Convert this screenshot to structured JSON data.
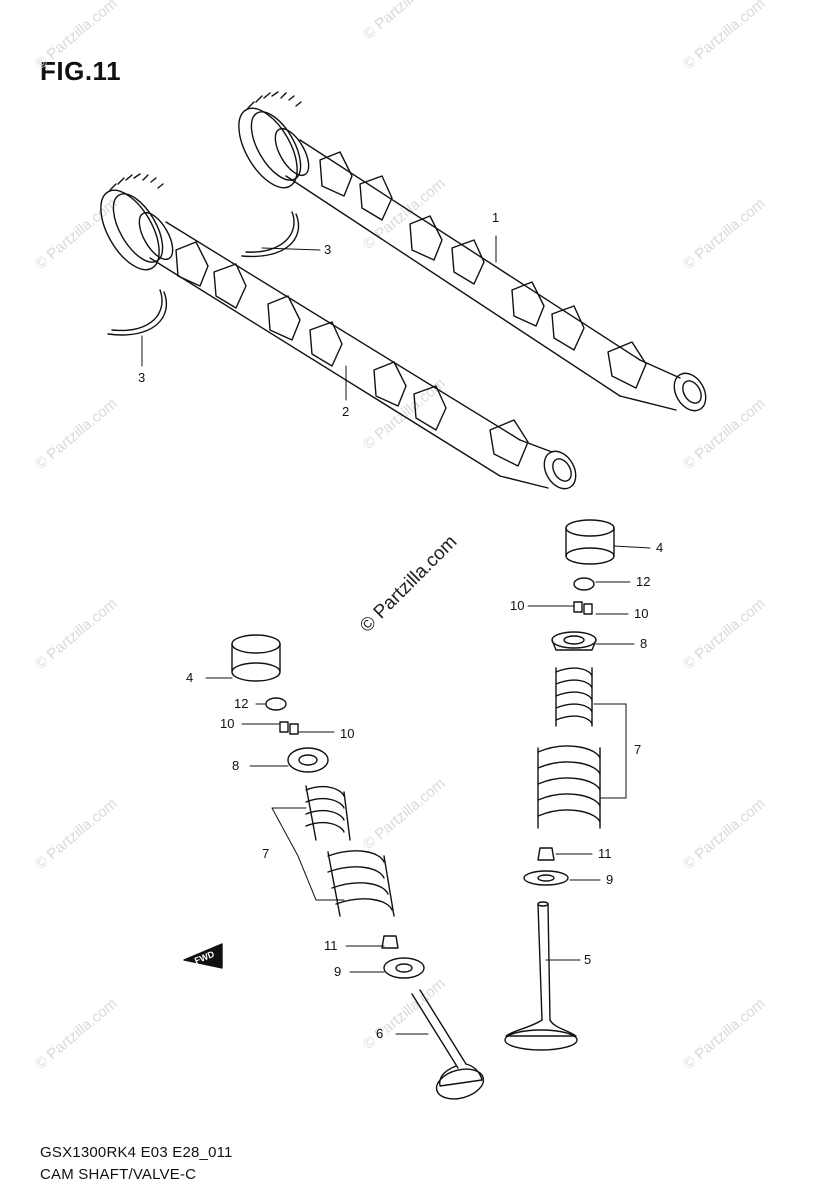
{
  "figure_title": "FIG.11",
  "footer": {
    "model_code": "GSX1300RK4 E03 E28_011",
    "section_name": "CAM SHAFT/VALVE-C"
  },
  "watermark": "© Partzilla.com",
  "fwd_label": "FWD",
  "labels": {
    "l1": "1",
    "l2": "2",
    "l3a": "3",
    "l3b": "3",
    "l4a": "4",
    "l4b": "4",
    "l5": "5",
    "l6": "6",
    "l7a": "7",
    "l7b": "7",
    "l8a": "8",
    "l8b": "8",
    "l9a": "9",
    "l9b": "9",
    "l10a": "10",
    "l10b": "10",
    "l10c": "10",
    "l10d": "10",
    "l11a": "11",
    "l11b": "11",
    "l12a": "12",
    "l12b": "12"
  },
  "colors": {
    "line": "#111111",
    "watermark": "#d9d9d9"
  }
}
